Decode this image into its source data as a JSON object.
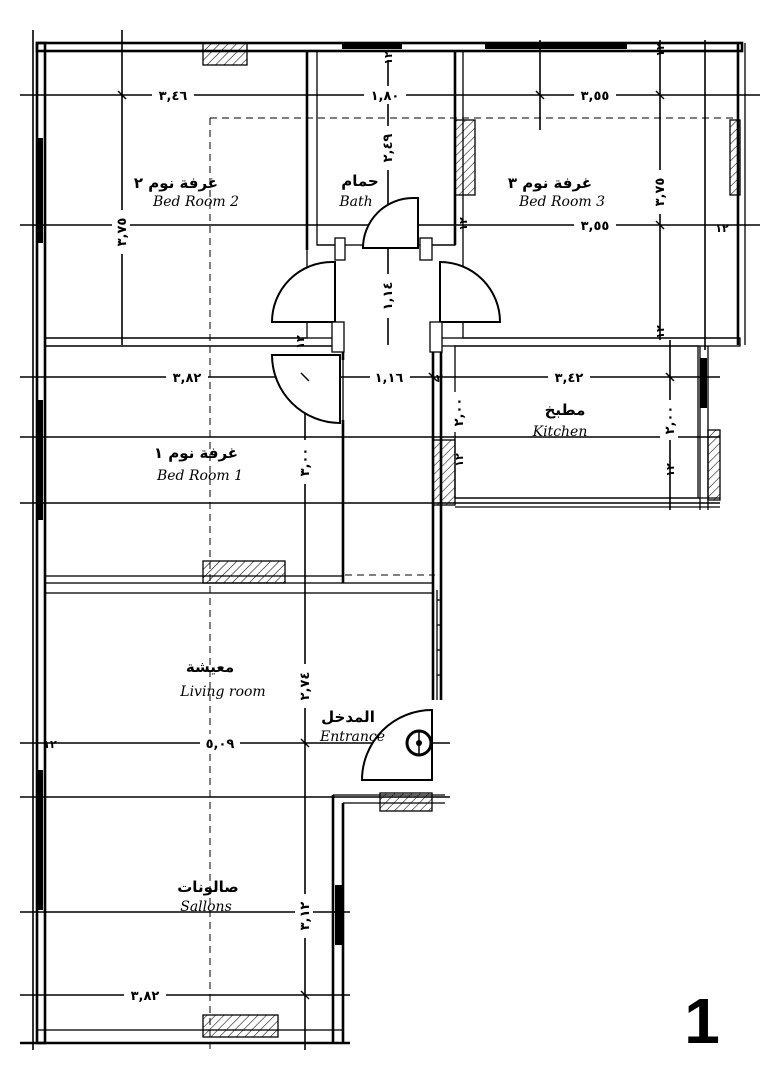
{
  "rooms": {
    "bed_room_2": {
      "ar": "غرفة نوم ٢",
      "en": "Bed  Room 2"
    },
    "bath": {
      "ar": "حمام",
      "en": "Bath"
    },
    "bed_room_3": {
      "ar": "غرفة نوم ٣",
      "en": "Bed  Room 3"
    },
    "bed_room_1": {
      "ar": "غرفة نوم ١",
      "en": "Bed  Room 1"
    },
    "kitchen": {
      "ar": "مطبخ",
      "en": "Kitchen"
    },
    "living_room": {
      "ar": "معيشة",
      "en": "Living room"
    },
    "entrance": {
      "ar": "المدخل",
      "en": "Entrance"
    },
    "sallons": {
      "ar": "صالونات",
      "en": "Sallons"
    }
  },
  "dimensions": {
    "top_left_width": "٣,٤٦",
    "top_mid_width": "١,٨٠",
    "top_right_width": "٣,٥٥",
    "right_inner_width": "٣,٥٥",
    "bed2_height": "٣,٧٥",
    "bath_height": "٢,٤٩",
    "bed3_height": "٣,٧٥",
    "corridor_height": "١,١٤",
    "bed1_width": "٣,٨٢",
    "corridor_width": "١,١٦",
    "kitchen_width": "٣,٤٢",
    "kitchen_height_left": "٢,٠٠",
    "kitchen_height_right": "٢,٠٠",
    "bed1_height": "٣,٠٠",
    "living_height": "٢,٧٤",
    "living_width": "٥,٠٩",
    "sallons_height": "٣,١٢",
    "bottom_width": "٣,٨٢",
    "wall_12_a": "١٢",
    "wall_12_b": "١٢",
    "wall_12_c": "١٢",
    "wall_12_d": "١٢",
    "wall_12_e": "١٢",
    "wall_12_f": "١٢",
    "wall_12_g": "١٢",
    "wall_12_h": "١٢",
    "wall_12_i": "١٢",
    "wall_12_j": "١٢"
  },
  "sheet_number": "1",
  "colors": {
    "lines": "#000000",
    "background": "#ffffff"
  }
}
